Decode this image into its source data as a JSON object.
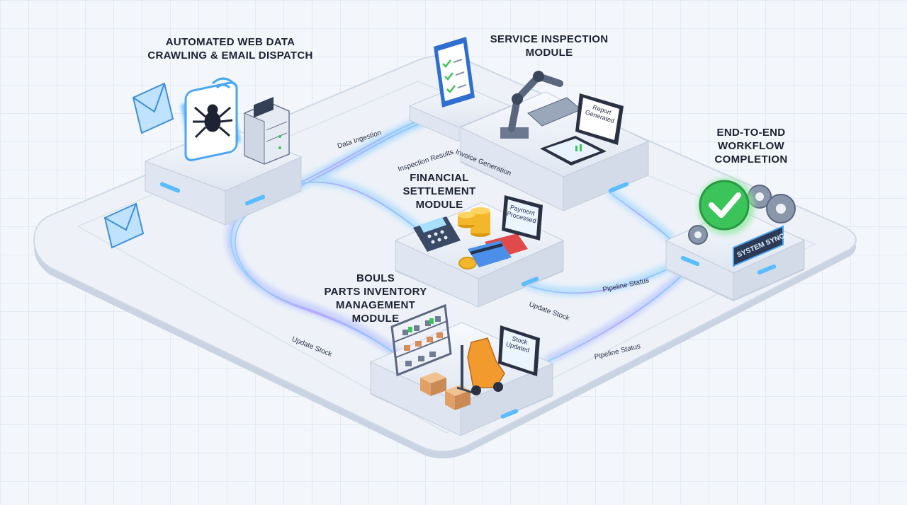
{
  "modules": {
    "crawl": {
      "title": "AUTOMATED WEB DATA\nCRAWLING & EMAIL DISPATCH"
    },
    "inspection": {
      "title": "SERVICE INSPECTION\nMODULE",
      "screen_text": "Report\nGenerated"
    },
    "finance": {
      "title": "FINANCIAL\nSETTLEMENT\nMODULE",
      "screen_text": "Payment\nProcessed"
    },
    "inventory": {
      "title": "BOULS\nPARTS INVENTORY\nMANAGEMENT\nMODULE",
      "screen_text": "Stock\nUpdated"
    },
    "completion": {
      "title": "END-TO-END\nWORKFLOW\nCOMPLETION",
      "badge_text": "SYSTEM SYNC"
    }
  },
  "flows": {
    "data_ingestion": "Data Ingestion",
    "inspection_results": "Inspection Results",
    "invoice_generation": "Invoice Generation",
    "update_stock_left": "Update Stock",
    "update_stock_mid": "Update Stock",
    "pipeline_status_top": "Pipeline Status",
    "pipeline_status_bottom": "Pipeline Status"
  },
  "colors": {
    "glow": "#4fb3ff",
    "accent_green": "#3bc45a",
    "forklift": "#f29a2e",
    "coin": "#f5b72a",
    "platform": "#e9eef6",
    "platform_edge": "#c4cedd"
  }
}
